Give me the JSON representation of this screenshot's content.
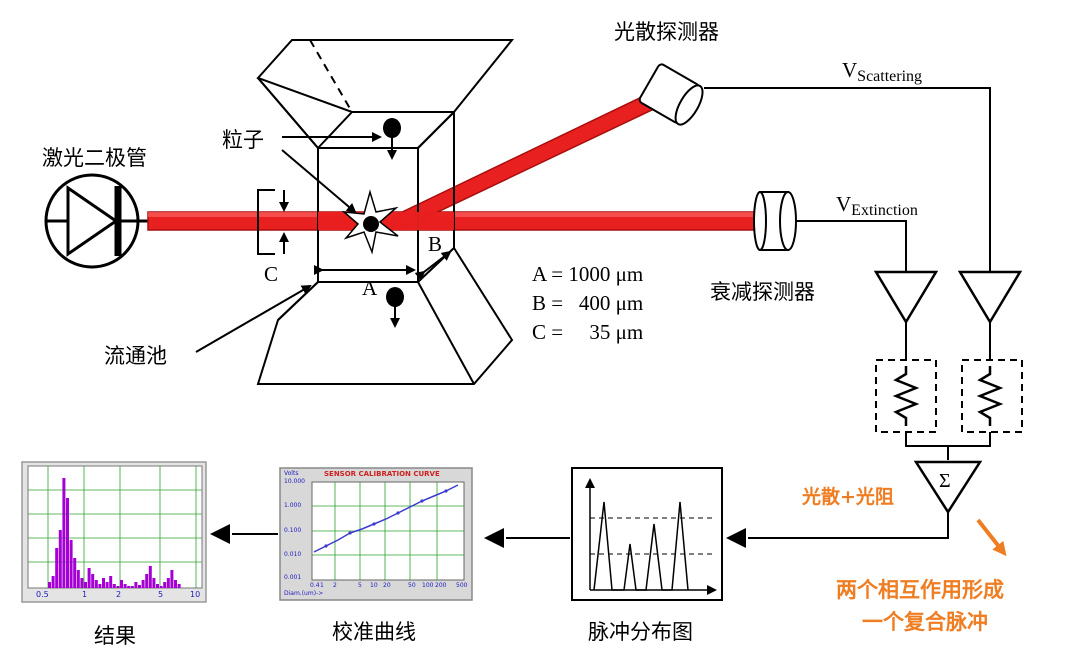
{
  "labels": {
    "laser_diode": "激光二极管",
    "particle": "粒子",
    "flow_cell": "流通池",
    "scatter_detector": "光散探测器",
    "extinction_detector": "衰减探测器",
    "dim_a": "A",
    "dim_b": "B",
    "dim_c": "C",
    "v_scattering_main": "V",
    "v_scattering_sub": "Scattering",
    "v_extinction_main": "V",
    "v_extinction_sub": "Extinction",
    "sigma": "Σ",
    "combined_label": "光散+光阻",
    "combined_pulse_line1": "两个相互作用形成",
    "combined_pulse_line2": "一个复合脉冲",
    "pulse_dist": "脉冲分布图",
    "calibration": "校准曲线",
    "result": "结果"
  },
  "specs": [
    {
      "name": "A",
      "text": "A = 1000 μm"
    },
    {
      "name": "B",
      "text": "B =   400 μm"
    },
    {
      "name": "C",
      "text": "C =     35 μm"
    }
  ],
  "calibration_chart": {
    "title": "SENSOR CALIBRATION CURVE",
    "y_unit": "Volts",
    "x_unit": "Diam.(um)->",
    "y_ticks": [
      "10.000",
      "1.000",
      "0.100",
      "0.010",
      "0.001"
    ],
    "x_ticks": [
      "0.4",
      "1",
      "2",
      "5",
      "10",
      "20",
      "50",
      "100",
      "200",
      "500"
    ]
  },
  "result_chart": {
    "x_ticks": [
      "0.5",
      "1",
      "2",
      "5",
      "10"
    ],
    "bar_color": "#a400d6"
  },
  "colors": {
    "laser": "#e8201f",
    "laser_dark": "#a90f0f",
    "orange": "#ef7d22",
    "chart_purple": "#a400d6",
    "chart_green": "#2ca02c"
  }
}
